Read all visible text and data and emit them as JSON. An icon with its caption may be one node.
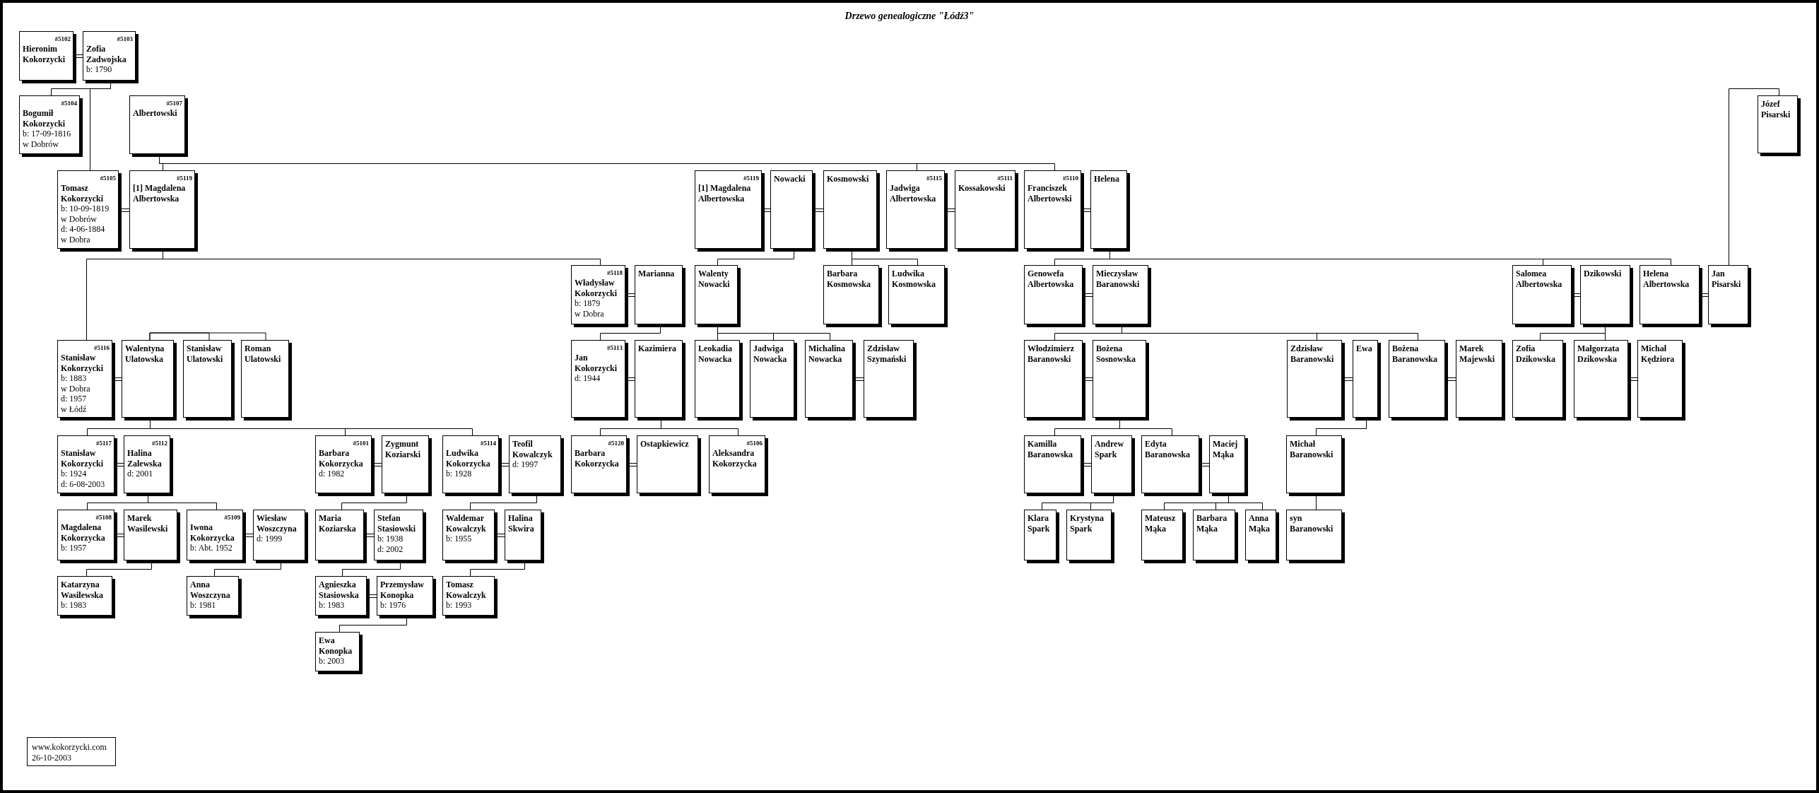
{
  "diagram": {
    "title": "Drzewo genealogiczne \"Łódź3\"",
    "nodes": [
      {
        "text": [
          "#5102",
          "Hieronim Kokorzycki"
        ]
      },
      {
        "text": [
          "#5103",
          "Zofia Zadwojska",
          "b: 1790"
        ]
      },
      {
        "text": [
          "#5104",
          "Bogumił Kokorzycki",
          "b: 17-09-1816",
          "w Dobrów"
        ]
      },
      {
        "text": [
          "#5107",
          "Albertowski"
        ]
      },
      {
        "text": [
          "Józef Pisarski"
        ]
      },
      {
        "text": [
          "#5105",
          "Tomasz Kokorzycki",
          "b: 10-09-1819",
          "w Dobrów",
          "d: 4-06-1884",
          "w Dobra"
        ]
      },
      {
        "text": [
          "#5119",
          "[1] Magdalena Albertowska"
        ]
      },
      {
        "text": [
          "#5119",
          "[1] Magdalena Albertowska"
        ]
      },
      {
        "text": [
          "Nowacki"
        ]
      },
      {
        "text": [
          "Kosmowski"
        ]
      },
      {
        "text": [
          "#5115",
          "Jadwiga Albertowska"
        ]
      },
      {
        "text": [
          "#5111",
          "Kossakowski"
        ]
      },
      {
        "text": [
          "#5110",
          "Franciszek Albertowski"
        ]
      },
      {
        "text": [
          "Helena"
        ]
      },
      {
        "text": [
          "#5118",
          "Władysław Kokorzycki",
          "b: 1879",
          "w Dobra"
        ]
      },
      {
        "text": [
          "Marianna"
        ]
      },
      {
        "text": [
          "Walenty Nowacki"
        ]
      },
      {
        "text": [
          "Barbara Kosmowska"
        ]
      },
      {
        "text": [
          "Ludwika Kosmowska"
        ]
      },
      {
        "text": [
          "Genowefa Albertowska"
        ]
      },
      {
        "text": [
          "Mieczysław Baranowski"
        ]
      },
      {
        "text": [
          "Salomea Albertowska"
        ]
      },
      {
        "text": [
          "Dzikowski"
        ]
      },
      {
        "text": [
          "Helena Albertowska"
        ]
      },
      {
        "text": [
          "Jan Pisarski"
        ]
      },
      {
        "text": [
          "#5116",
          "Stanisław Kokorzycki",
          "b: 1883",
          "w Dobra",
          "d: 1957",
          "w Łódź"
        ]
      },
      {
        "text": [
          "Walentyna Ulatowska"
        ]
      },
      {
        "text": [
          "Stanisław Ulatowski"
        ]
      },
      {
        "text": [
          "Roman Ulatowski"
        ]
      },
      {
        "text": [
          "#5113",
          "Jan Kokorzycki",
          "d: 1944"
        ]
      },
      {
        "text": [
          "Kazimiera"
        ]
      },
      {
        "text": [
          "Leokadia Nowacka"
        ]
      },
      {
        "text": [
          "Jadwiga Nowacka"
        ]
      },
      {
        "text": [
          "Michalina Nowacka"
        ]
      },
      {
        "text": [
          "Zdzisław Szymański"
        ]
      },
      {
        "text": [
          "Włodzimierz Baranowski"
        ]
      },
      {
        "text": [
          "Bożena Sosnowska"
        ]
      },
      {
        "text": [
          "Zdzisław Baranowski"
        ]
      },
      {
        "text": [
          "Ewa"
        ]
      },
      {
        "text": [
          "Bożena Baranowska"
        ]
      },
      {
        "text": [
          "Marek Majewski"
        ]
      },
      {
        "text": [
          "Zofia Dzikowska"
        ]
      },
      {
        "text": [
          "Małgorzata Dzikowska"
        ]
      },
      {
        "text": [
          "Michał Kędziora"
        ]
      },
      {
        "text": [
          "#5117",
          "Stanisław Kokorzycki",
          "b: 1924",
          "d: 6-08-2003"
        ]
      },
      {
        "text": [
          "#5112",
          "Halina Zalewska",
          "d: 2001"
        ]
      },
      {
        "text": [
          "#5101",
          "Barbara Kokorzycka",
          "d: 1982"
        ]
      },
      {
        "text": [
          "Zygmunt Koziarski"
        ]
      },
      {
        "text": [
          "#5114",
          "Ludwika Kokorzycka",
          "b: 1928"
        ]
      },
      {
        "text": [
          "Teofil Kowalczyk",
          "d: 1997"
        ]
      },
      {
        "text": [
          "#5120",
          "Barbara Kokorzycka"
        ]
      },
      {
        "text": [
          "Ostapkiewicz"
        ]
      },
      {
        "text": [
          "#5106",
          "Aleksandra Kokorzycka"
        ]
      },
      {
        "text": [
          "Kamilla Baranowska"
        ]
      },
      {
        "text": [
          "Andrew Spark"
        ]
      },
      {
        "text": [
          "Edyta Baranowska"
        ]
      },
      {
        "text": [
          "Maciej Mąka"
        ]
      },
      {
        "text": [
          "Michał Baranowski"
        ]
      },
      {
        "text": [
          "#5108",
          "Magdalena Kokorzycka",
          "b: 1957"
        ]
      },
      {
        "text": [
          "Marek Wasilewski"
        ]
      },
      {
        "text": [
          "#5109",
          "Iwona Kokorzycka",
          "b: Abt. 1952"
        ]
      },
      {
        "text": [
          "Wiesław Woszczyna",
          "d: 1999"
        ]
      },
      {
        "text": [
          "Maria Koziarska"
        ]
      },
      {
        "text": [
          "Stefan Stasiowski",
          "b: 1938",
          "d: 2002"
        ]
      },
      {
        "text": [
          "Waldemar Kowalczyk",
          "b: 1955"
        ]
      },
      {
        "text": [
          "Halina Skwira"
        ]
      },
      {
        "text": [
          "Klara Spark"
        ]
      },
      {
        "text": [
          "Krystyna Spark"
        ]
      },
      {
        "text": [
          "Mateusz Mąka"
        ]
      },
      {
        "text": [
          "Barbara Mąka"
        ]
      },
      {
        "text": [
          "Anna Mąka"
        ]
      },
      {
        "text": [
          "syn Baranowski"
        ]
      },
      {
        "text": [
          "Katarzyna Wasilewska",
          "b: 1983"
        ]
      },
      {
        "text": [
          "Anna Woszczyna",
          "b: 1981"
        ]
      },
      {
        "text": [
          "Agnieszka Stasiowska",
          "b: 1983"
        ]
      },
      {
        "text": [
          "Przemysław Konopka",
          "b: 1976"
        ]
      },
      {
        "text": [
          "Tomasz Kowalczyk",
          "b: 1993"
        ]
      },
      {
        "text": [
          "Ewa Konopka",
          "b: 2003"
        ]
      },
      {
        "text": [
          "www.kokorzycki.com",
          "26-10-2003"
        ]
      }
    ],
    "edges": [
      {
        "from": 0,
        "to": 1,
        "arrow": "none"
      },
      {
        "from": 5,
        "to": 6,
        "arrow": "none"
      },
      {
        "from": 7,
        "to": 8,
        "arrow": "none"
      },
      {
        "from": 8,
        "to": 9,
        "arrow": "none"
      },
      {
        "from": 10,
        "to": 11,
        "arrow": "none"
      },
      {
        "from": 12,
        "to": 13,
        "arrow": "none"
      },
      {
        "from": 14,
        "to": 15,
        "arrow": "none"
      },
      {
        "from": 19,
        "to": 20,
        "arrow": "none"
      },
      {
        "from": 21,
        "to": 22,
        "arrow": "none"
      },
      {
        "from": 23,
        "to": 24,
        "arrow": "none"
      },
      {
        "from": 25,
        "to": 26,
        "arrow": "none"
      },
      {
        "from": 29,
        "to": 30,
        "arrow": "none"
      },
      {
        "from": 33,
        "to": 34,
        "arrow": "none"
      },
      {
        "from": 35,
        "to": 36,
        "arrow": "none"
      },
      {
        "from": 37,
        "to": 38,
        "arrow": "none"
      },
      {
        "from": 39,
        "to": 40,
        "arrow": "none"
      },
      {
        "from": 42,
        "to": 43,
        "arrow": "none"
      },
      {
        "from": 44,
        "to": 45,
        "arrow": "none"
      },
      {
        "from": 46,
        "to": 47,
        "arrow": "none"
      },
      {
        "from": 48,
        "to": 49,
        "arrow": "none"
      },
      {
        "from": 50,
        "to": 51,
        "arrow": "none"
      },
      {
        "from": 53,
        "to": 54,
        "arrow": "none"
      },
      {
        "from": 55,
        "to": 56,
        "arrow": "none"
      },
      {
        "from": 58,
        "to": 59,
        "arrow": "none"
      },
      {
        "from": 60,
        "to": 61,
        "arrow": "none"
      },
      {
        "from": 62,
        "to": 63,
        "arrow": "none"
      },
      {
        "from": 64,
        "to": 65,
        "arrow": "none"
      },
      {
        "from": 74,
        "to": 75,
        "arrow": "none"
      },
      {
        "from": 1,
        "to": 2,
        "arrow": "none"
      },
      {
        "from": 1,
        "to": 5,
        "arrow": "none"
      },
      {
        "from": 3,
        "to": 6,
        "arrow": "none"
      },
      {
        "from": 3,
        "to": 10,
        "arrow": "none"
      },
      {
        "from": 3,
        "to": 12,
        "arrow": "none"
      },
      {
        "from": 4,
        "to": 24,
        "arrow": "none"
      },
      {
        "from": 6,
        "to": 25,
        "arrow": "none"
      },
      {
        "from": 6,
        "to": 14,
        "arrow": "none"
      },
      {
        "from": 8,
        "to": 16,
        "arrow": "none"
      },
      {
        "from": 9,
        "to": 17,
        "arrow": "none"
      },
      {
        "from": 9,
        "to": 18,
        "arrow": "none"
      },
      {
        "from": 13,
        "to": 19,
        "arrow": "none"
      },
      {
        "from": 13,
        "to": 21,
        "arrow": "none"
      },
      {
        "from": 13,
        "to": 23,
        "arrow": "none"
      },
      {
        "from": 15,
        "to": 29,
        "arrow": "none"
      },
      {
        "from": 16,
        "to": 31,
        "arrow": "none"
      },
      {
        "from": 16,
        "to": 32,
        "arrow": "none"
      },
      {
        "from": 16,
        "to": 33,
        "arrow": "none"
      },
      {
        "from": 20,
        "to": 35,
        "arrow": "none"
      },
      {
        "from": 20,
        "to": 37,
        "arrow": "none"
      },
      {
        "from": 20,
        "to": 39,
        "arrow": "none"
      },
      {
        "from": 22,
        "to": 41,
        "arrow": "none"
      },
      {
        "from": 22,
        "to": 42,
        "arrow": "none"
      },
      {
        "from": 26,
        "to": 27,
        "arrow": "none"
      },
      {
        "from": 26,
        "to": 28,
        "arrow": "none"
      },
      {
        "from": 26,
        "to": 44,
        "arrow": "none"
      },
      {
        "from": 26,
        "to": 46,
        "arrow": "none"
      },
      {
        "from": 26,
        "to": 48,
        "arrow": "none"
      },
      {
        "from": 30,
        "to": 50,
        "arrow": "none"
      },
      {
        "from": 30,
        "to": 52,
        "arrow": "none"
      },
      {
        "from": 36,
        "to": 53,
        "arrow": "none"
      },
      {
        "from": 36,
        "to": 55,
        "arrow": "none"
      },
      {
        "from": 38,
        "to": 57,
        "arrow": "none"
      },
      {
        "from": 45,
        "to": 58,
        "arrow": "none"
      },
      {
        "from": 45,
        "to": 60,
        "arrow": "none"
      },
      {
        "from": 47,
        "to": 62,
        "arrow": "none"
      },
      {
        "from": 49,
        "to": 64,
        "arrow": "none"
      },
      {
        "from": 54,
        "to": 66,
        "arrow": "none"
      },
      {
        "from": 54,
        "to": 67,
        "arrow": "none"
      },
      {
        "from": 56,
        "to": 68,
        "arrow": "none"
      },
      {
        "from": 56,
        "to": 69,
        "arrow": "none"
      },
      {
        "from": 56,
        "to": 70,
        "arrow": "none"
      },
      {
        "from": 57,
        "to": 71,
        "arrow": "none"
      },
      {
        "from": 59,
        "to": 72,
        "arrow": "none"
      },
      {
        "from": 61,
        "to": 73,
        "arrow": "none"
      },
      {
        "from": 63,
        "to": 74,
        "arrow": "none"
      },
      {
        "from": 65,
        "to": 76,
        "arrow": "none"
      },
      {
        "from": 75,
        "to": 77,
        "arrow": "none"
      }
    ]
  }
}
